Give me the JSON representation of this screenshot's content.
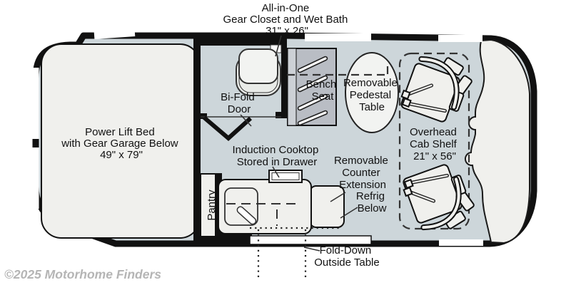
{
  "colors": {
    "floor": "#cdd6da",
    "furniture": "#f0f0ed",
    "bench": "#b9bdc4",
    "bench-backrest": "#cdd1d6",
    "outline": "#111111",
    "watermark": "#b5b5b5"
  },
  "labels": {
    "wet_bath": {
      "lines": [
        "All-in-One",
        "Gear Closet and Wet Bath",
        "31\" x 26\""
      ]
    },
    "power_lift_bed": {
      "lines": [
        "Power Lift Bed",
        "with Gear Garage Below",
        "49\" x 79\""
      ]
    },
    "bifold_door": {
      "lines": [
        "Bi-Fold",
        "Door"
      ]
    },
    "bench_seat": {
      "lines": [
        "Bench",
        "Seat"
      ]
    },
    "pedestal_table": {
      "lines": [
        "Removable",
        "Pedestal",
        "Table"
      ]
    },
    "overhead_cab_shelf": {
      "lines": [
        "Overhead",
        "Cab Shelf",
        "21\" x 56\""
      ]
    },
    "induction_cooktop": {
      "lines": [
        "Induction Cooktop",
        "Stored in Drawer"
      ]
    },
    "counter_extension": {
      "lines": [
        "Removable",
        "Counter",
        "Extension"
      ]
    },
    "refrigerator": {
      "lines": [
        "Refrig",
        "Below"
      ]
    },
    "pantry": "Pantry",
    "fold_down_table": {
      "lines": [
        "Fold-Down",
        "Outside Table"
      ]
    }
  },
  "watermark": "©2025 Motorhome Finders"
}
